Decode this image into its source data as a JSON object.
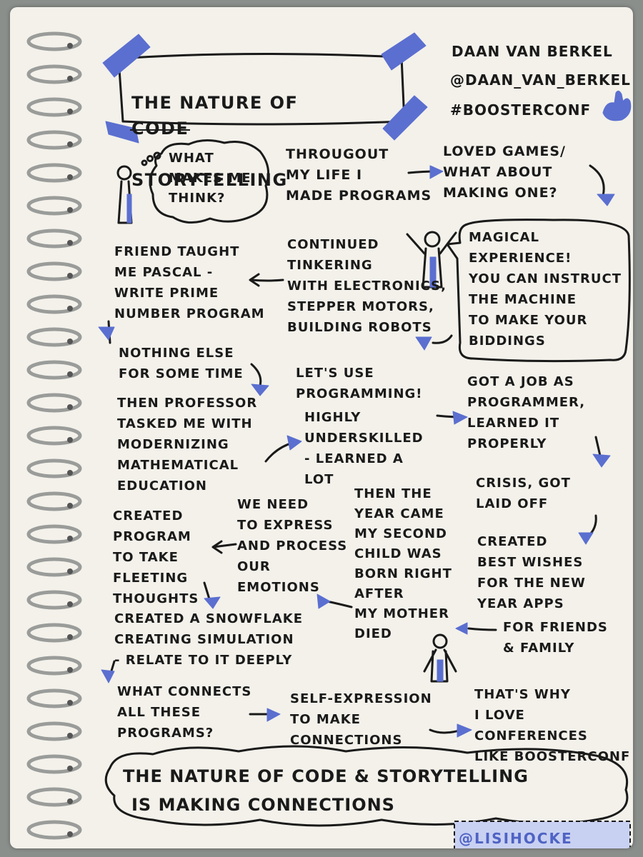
{
  "title": {
    "line1_start": "The nature of",
    "line1_struck": "Code",
    "line2": "Storytelling"
  },
  "speaker": {
    "name": "Daan van Berkel",
    "handle": "@daan_van_berkel",
    "hashtag": "#BoosterConf"
  },
  "notes": {
    "what_makes_me_think": "What\nmakes me\nthink?",
    "made_programs": "Througout\nmy life I\nmade programs",
    "loved_games": "Loved games/\nwhat about\nmaking one?",
    "friend_pascal": "Friend taught\nme Pascal -\nwrite prime\nnumber program",
    "tinkering": "Continued\ntinkering\nwith electronics,\nstepper motors,\nbuilding robots",
    "magical": "Magical\nexperience!\nYou can instruct\nthe machine\nto make your\nbiddings",
    "nothing_else": "Nothing else\nfor some time",
    "professor": "Then professor\ntasked me with\nmodernizing\nmathematical\neducation",
    "lets_use": "Let's use\nprogramming!",
    "underskilled": "Highly\nunderskilled\n- learned a\nlot",
    "job": "Got a job as\nprogrammer,\nlearned it\nproperly",
    "crisis": "Crisis, got\nlaid off",
    "best_wishes": "Created\nbest wishes\nfor the new\nyear apps",
    "friends_family": "for friends\n& family",
    "express": "We need\nto express\nand process\nour\nemotions",
    "fleeting": "Created\nprogram\nto take\nfleeting\nthoughts",
    "second_child": "Then the\nyear came\nmy second\nchild was\nborn right\nafter\nmy mother\ndied",
    "snowflake": "Created a snowflake\ncreating simulation\n- relate to it deeply",
    "what_connects": "What connects\nall these\nprograms?",
    "self_expression": "Self-expression\nto make\nconnections",
    "thats_why": "That's why\nI love\nconferences\nlike BoosterConf"
  },
  "conclusion": {
    "line1": "The nature of code & storytelling",
    "line2": "is making connections"
  },
  "credit": "@LisiHocke",
  "colors": {
    "accent_blue": "#5b6fd0",
    "ink": "#1a1a1a",
    "paper": "#f3f1ea",
    "credit_box": "#c9d1f2"
  }
}
